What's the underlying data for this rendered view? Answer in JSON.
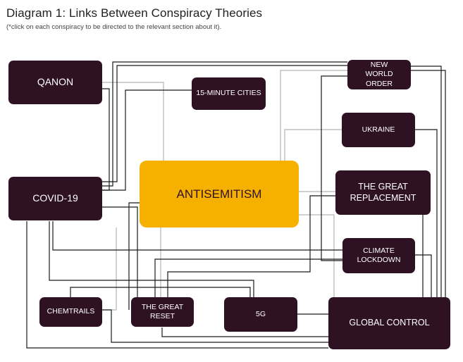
{
  "header": {
    "title": "Diagram 1: Links Between Conspiracy Theories",
    "subtitle": "(*click on each conspiracy to be directed to the relevant section about it)."
  },
  "colors": {
    "node_fill": "#2e1224",
    "central_fill": "#f6b100",
    "dark_link": "#1a1a1a",
    "light_link": "#b5b5b5"
  },
  "nodes": {
    "qanon": "QANON",
    "minute_cities": "15-MINUTE CITIES",
    "new_world_order": "NEW WORLD ORDER",
    "ukraine": "UKRAINE",
    "covid": "COVID-19",
    "antisemitism": "ANTISEMITISM",
    "great_replacement": "THE GREAT REPLACEMENT",
    "climate_lockdown": "CLIMATE LOCKDOWN",
    "chemtrails": "CHEMTRAILS",
    "great_reset": "THE GREAT RESET",
    "fiveg": "5G",
    "global_control": "GLOBAL CONTROL"
  }
}
